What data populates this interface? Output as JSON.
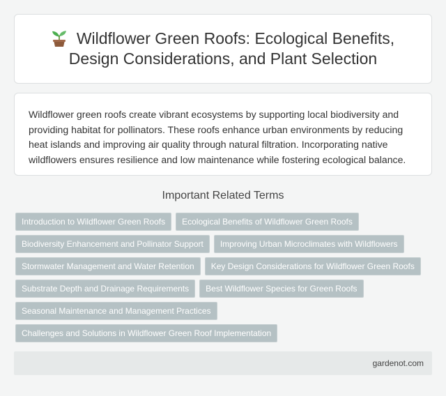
{
  "header": {
    "icon": "sprout-icon",
    "title": "Wildflower Green Roofs: Ecological Benefits, Design Considerations, and Plant Selection"
  },
  "summary": {
    "text": "Wildflower green roofs create vibrant ecosystems by supporting local biodiversity and providing habitat for pollinators. These roofs enhance urban environments by reducing heat islands and improving air quality through natural filtration. Incorporating native wildflowers ensures resilience and low maintenance while fostering ecological balance."
  },
  "related": {
    "heading": "Important Related Terms",
    "terms": [
      "Introduction to Wildflower Green Roofs",
      "Ecological Benefits of Wildflower Green Roofs",
      "Biodiversity Enhancement and Pollinator Support",
      "Improving Urban Microclimates with Wildflowers",
      "Stormwater Management and Water Retention",
      "Key Design Considerations for Wildflower Green Roofs",
      "Substrate Depth and Drainage Requirements",
      "Best Wildflower Species for Green Roofs",
      "Seasonal Maintenance and Management Practices",
      "Challenges and Solutions in Wildflower Green Roof Implementation"
    ]
  },
  "footer": {
    "site": "gardenot.com"
  },
  "colors": {
    "background": "#f4f5f5",
    "card": "#ffffff",
    "tag": "#b5c1c4",
    "footer": "#e6e9e9"
  }
}
